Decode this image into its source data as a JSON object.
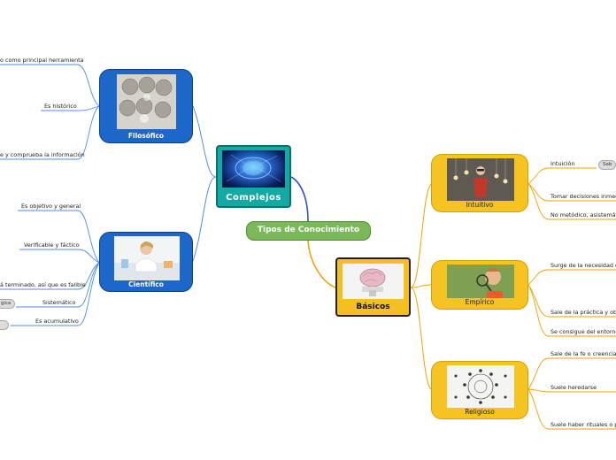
{
  "center": {
    "label": "Tipos de Conocimiento"
  },
  "complejos": {
    "label": "Complejos"
  },
  "basicos": {
    "label": "Básicos"
  },
  "filosofico": {
    "label": "Filosófico",
    "leaves": [
      "o como principal herramienta",
      "Es histórico",
      "e y comprueba la información"
    ]
  },
  "cientifico": {
    "label": "Científico",
    "leaves": [
      "Es objetivo y general",
      "Verificable y fáctico",
      "á terminado, así que es falible",
      "Sistemático",
      "Es acumulativo"
    ],
    "chips": [
      "gica",
      ""
    ]
  },
  "intuitivo": {
    "label": "Intuitivo",
    "leaves": [
      "Intuición",
      "Tomar decisiones inmedia",
      "No metódico, asistemátic"
    ],
    "chips": [
      "Sab"
    ]
  },
  "empirico": {
    "label": "Empírico",
    "leaves": [
      "Surge de la necesidad diar",
      "Sale de la práctica y obser",
      "Se consigue del entorno"
    ]
  },
  "religioso": {
    "label": "Religioso",
    "leaves": [
      "Sale de la fe o creencias d",
      "Suele heredarse",
      "Suele haber rituales o proc"
    ]
  },
  "colors": {
    "blue": "#1c67c9",
    "yellow": "#f5c322",
    "teal": "#14aaa3",
    "green": "#7ab85a"
  }
}
